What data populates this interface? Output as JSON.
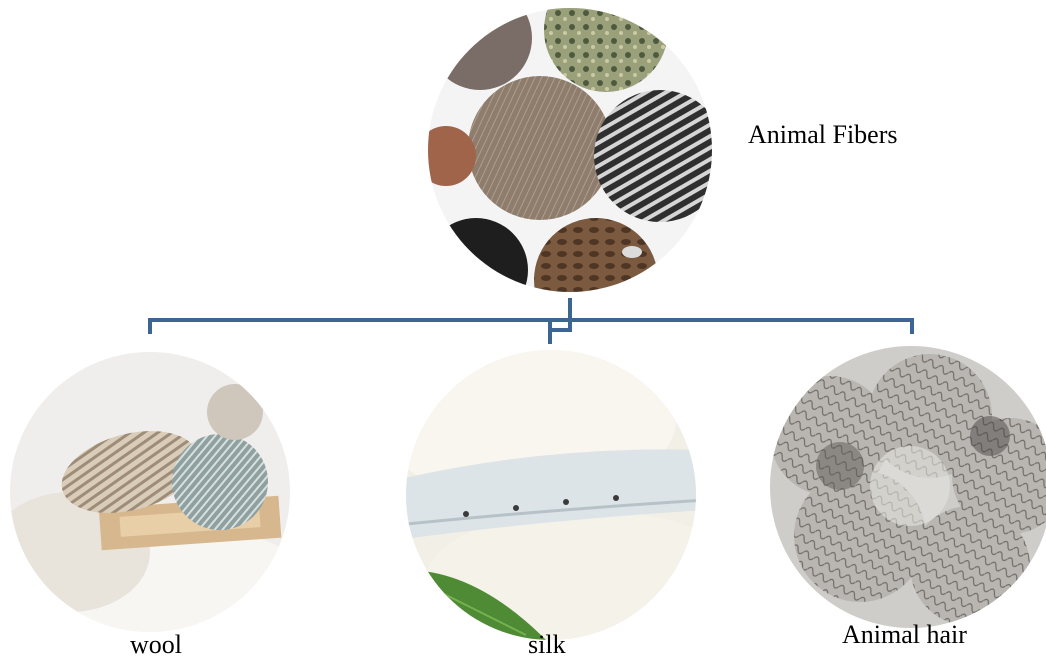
{
  "root": {
    "label": "Animal Fibers",
    "image": "animal-fibers-collage"
  },
  "children": [
    {
      "label": "wool",
      "image": "wool-yarn-photo"
    },
    {
      "label": "silk",
      "image": "silkworm-cocoon-photo"
    },
    {
      "label": "Animal hair",
      "image": "animal-hair-photo"
    }
  ],
  "colors": {
    "connector": "#3c6591",
    "background": "#ffffff",
    "text": "#000000"
  }
}
